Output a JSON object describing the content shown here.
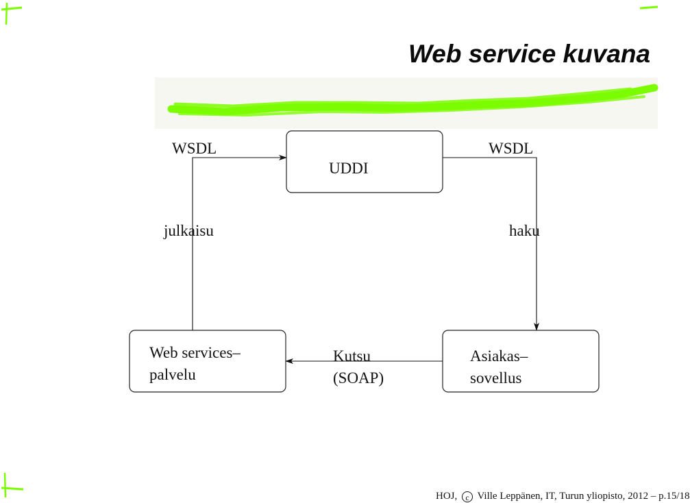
{
  "slide": {
    "title": "Web service kuvana",
    "accent_color": "#7cfc00"
  },
  "diagram": {
    "nodes": {
      "uddi": "UDDI",
      "web_service_line1": "Web services–",
      "web_service_line2": "palvelu",
      "client_line1": "Asiakas–",
      "client_line2": "sovellus"
    },
    "edges": {
      "wsdl_left": "WSDL",
      "wsdl_right": "WSDL",
      "publish": "julkaisu",
      "find": "haku",
      "call_line1": "Kutsu",
      "call_line2": "(SOAP)"
    }
  },
  "footer": {
    "author_prefix": "HOJ,",
    "copyright_symbol": "c",
    "credits": "Ville Leppänen, IT, Turun yliopisto, 2012 – p.15/18"
  }
}
